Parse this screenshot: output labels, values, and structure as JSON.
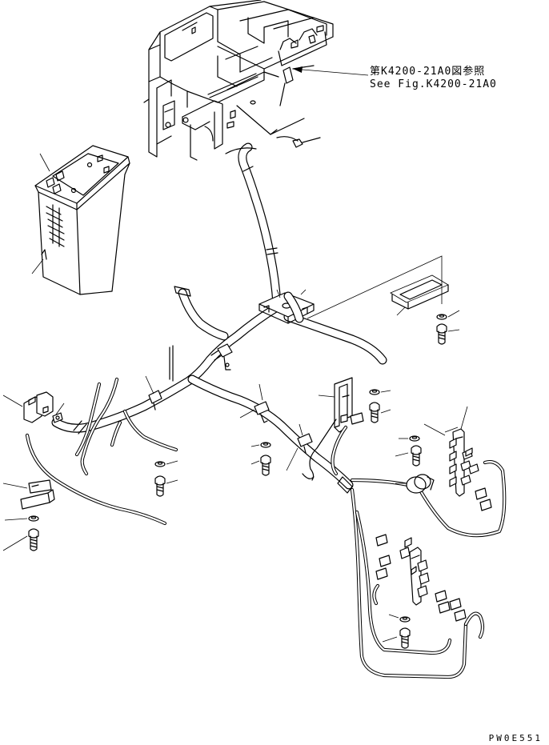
{
  "reference_note": {
    "japanese": "第K4200-21A0図参照",
    "english": "See Fig.K4200-21A0"
  },
  "drawing_code": "PW0E551"
}
